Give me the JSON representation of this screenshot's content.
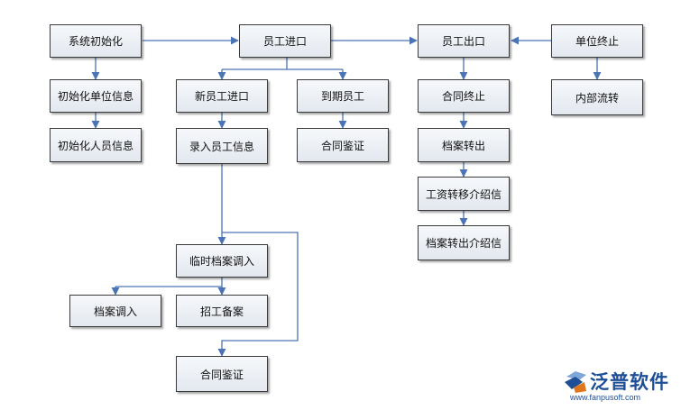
{
  "nodes": {
    "system_init": "系统初始化",
    "init_unit_info": "初始化单位信息",
    "init_staff_info": "初始化人员信息",
    "staff_entry": "员工进口",
    "new_staff_entry": "新员工进口",
    "record_staff_info": "录入员工信息",
    "expiring_staff": "到期员工",
    "contract_review_1": "合同鉴证",
    "temp_archive_transfer_in": "临时档案调入",
    "archive_transfer_in": "档案调入",
    "recruitment_filing": "招工备案",
    "contract_review_2": "合同鉴证",
    "staff_exit": "员工出口",
    "contract_termination": "合同终止",
    "archive_transfer_out": "档案转出",
    "wage_transfer_letter": "工资转移介绍信",
    "archive_transfer_letter": "档案转出介绍信",
    "unit_termination": "单位终止",
    "internal_transfer": "内部流转"
  },
  "logo": {
    "brand": "泛普软件",
    "url": "www.fanpusoft.com"
  },
  "colors": {
    "connector": "#4a74b5",
    "brand": "#1d4e96"
  }
}
